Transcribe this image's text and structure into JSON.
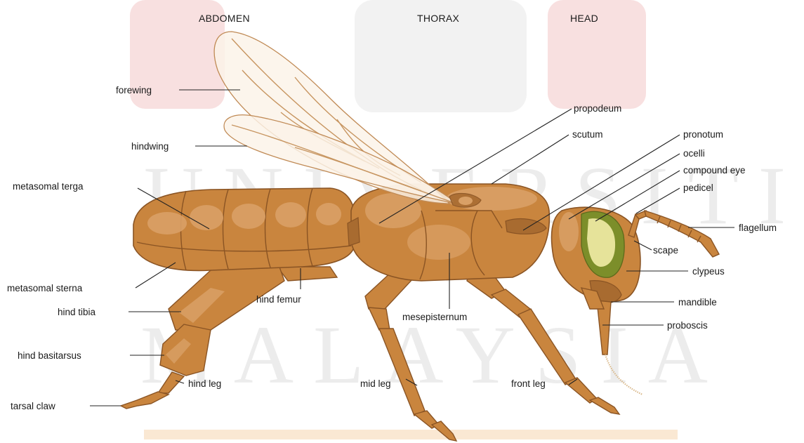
{
  "watermark": {
    "line1": "UNIVERSITI",
    "line2": "MALAYSIA"
  },
  "sections": {
    "abdomen": "ABDOMEN",
    "thorax": "THORAX",
    "head": "HEAD"
  },
  "labels": {
    "forewing": "forewing",
    "hindwing": "hindwing",
    "metasomal_terga": "metasomal terga",
    "metasomal_sterna": "metasomal sterna",
    "hind_tibia": "hind tibia",
    "hind_basitarsus": "hind basitarsus",
    "tarsal_claw": "tarsal claw",
    "hind_leg": "hind leg",
    "hind_femur": "hind femur",
    "mid_leg": "mid leg",
    "mesepisternum": "mesepisternum",
    "front_leg": "front leg",
    "propodeum": "propodeum",
    "scutum": "scutum",
    "pronotum": "pronotum",
    "ocelli": "ocelli",
    "compound_eye": "compound eye",
    "pedicel": "pedicel",
    "flagellum": "flagellum",
    "scape": "scape",
    "clypeus": "clypeus",
    "mandible": "mandible",
    "proboscis": "proboscis"
  },
  "colors": {
    "body": "#c9853e",
    "body_highlight": "#d9a066",
    "outline": "#8a5424",
    "wing": "#fbf3e8",
    "eye": "#7c8e2a",
    "watermark_red": "#f2c7c7"
  }
}
